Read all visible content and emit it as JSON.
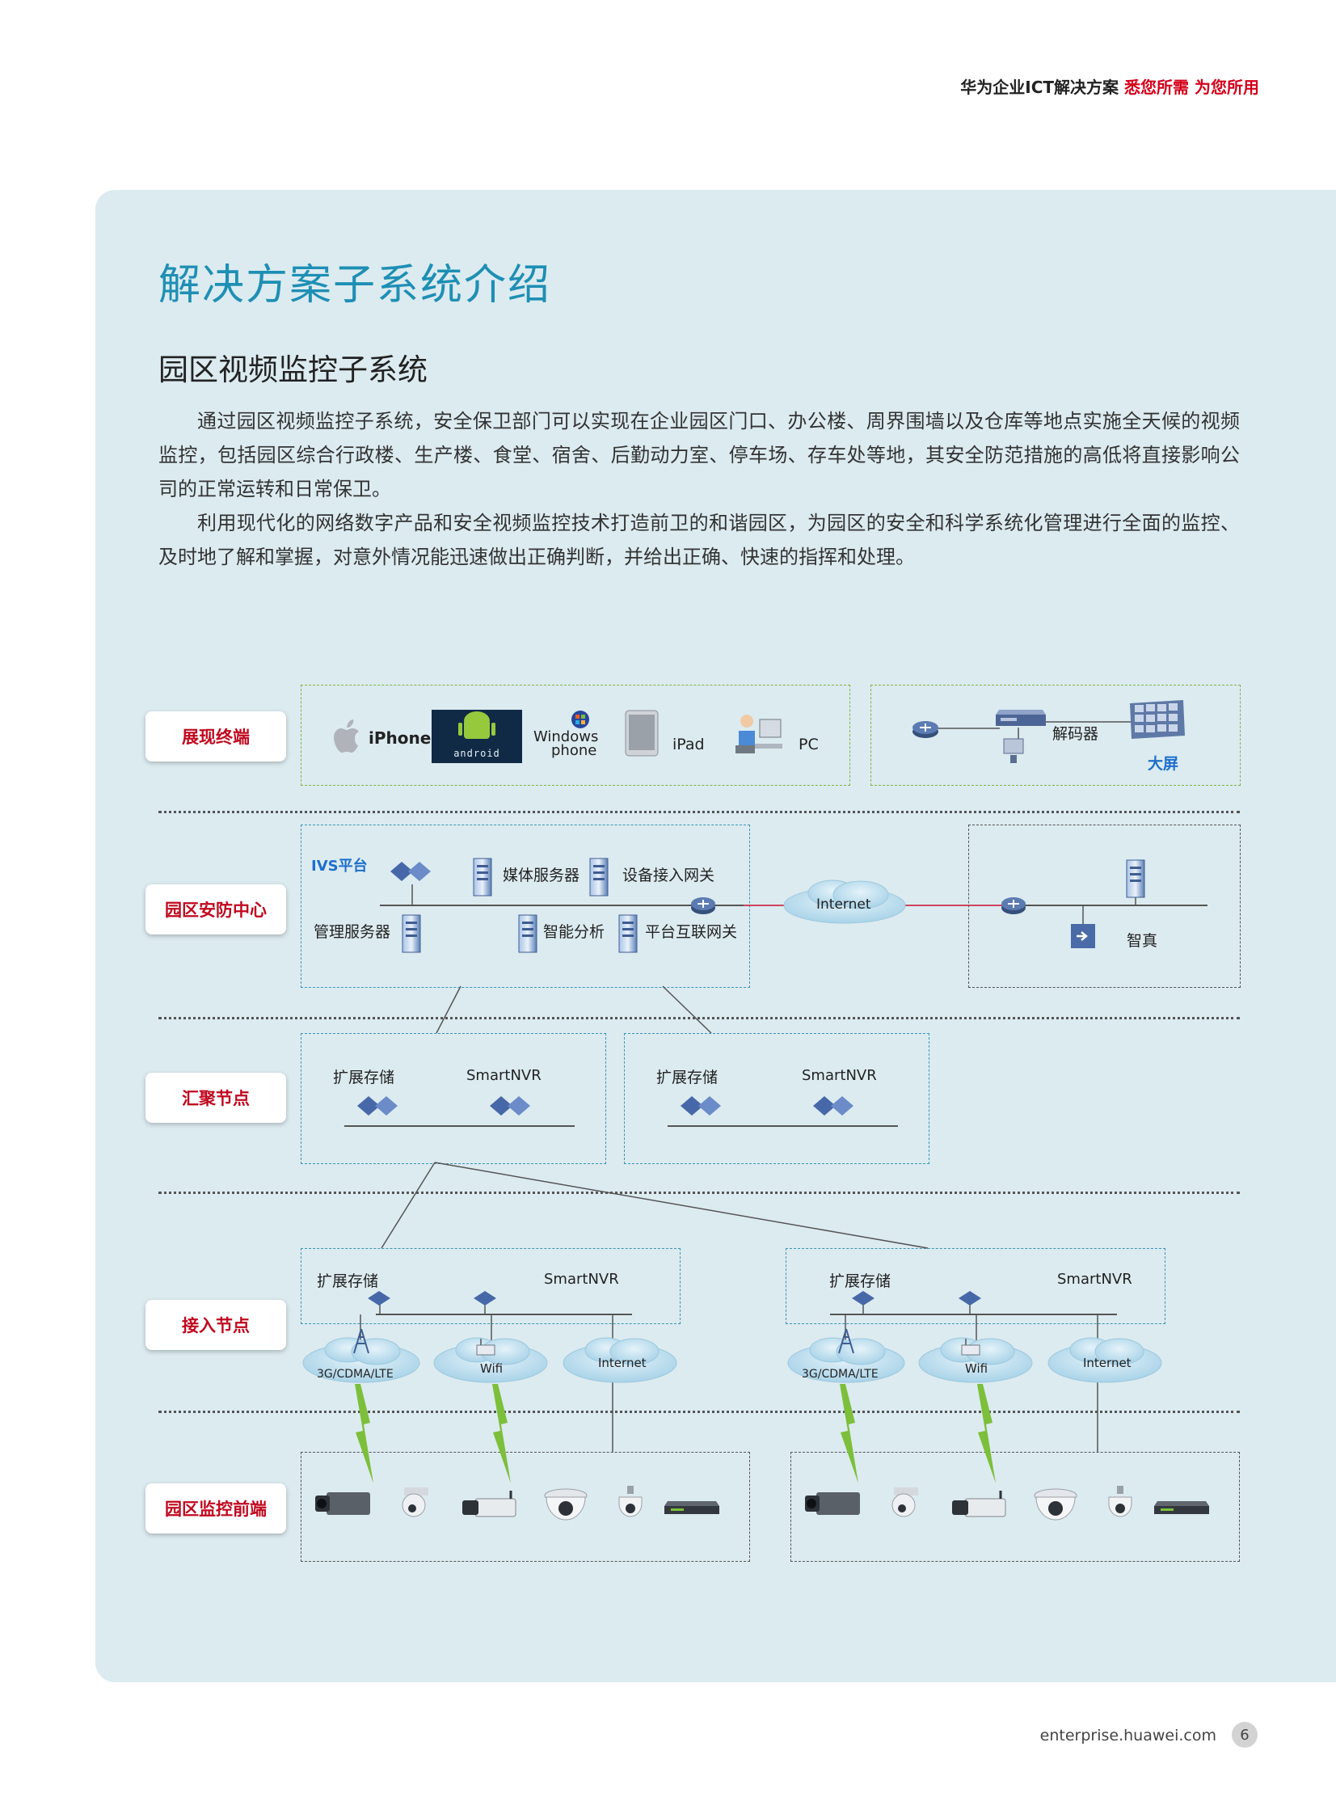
{
  "header": {
    "part1": "华为企业ICT解决方案",
    "part2": "悉您所需 为您所用"
  },
  "page_title": "解决方案子系统介绍",
  "section_title": "园区视频监控子系统",
  "paragraphs": [
    "通过园区视频监控子系统，安全保卫部门可以实现在企业园区门口、办公楼、周界围墙以及仓库等地点实施全天候的视频监控，包括园区综合行政楼、生产楼、食堂、宿舍、后勤动力室、停车场、存车处等地，其安全防范措施的高低将直接影响公司的正常运转和日常保卫。",
    "利用现代化的网络数字产品和安全视频监控技术打造前卫的和谐园区，为园区的安全和科学系统化管理进行全面的监控、及时地了解和掌握，对意外情况能迅速做出正确判断，并给出正确、快速的指挥和处理。"
  ],
  "diagram": {
    "layers": [
      "展现终端",
      "园区安防中心",
      "汇聚节点",
      "接入节点",
      "园区监控前端"
    ],
    "terminals": {
      "iphone": "iPhone",
      "android": "android",
      "windows_phone_1": "Windows",
      "windows_phone_2": "phone",
      "ipad": "iPad",
      "pc": "PC"
    },
    "display": {
      "decoder": "解码器",
      "screen": "大屏"
    },
    "center": {
      "ivs": "IVS平台",
      "media_server": "媒体服务器",
      "device_gateway": "设备接入网关",
      "mgmt_server": "管理服务器",
      "analysis": "智能分析",
      "interconnect_gateway": "平台互联网关",
      "internet": "Internet",
      "telepresence": "智真"
    },
    "aggregation": {
      "storage": "扩展存储",
      "nvr": "SmartNVR"
    },
    "access": {
      "storage": "扩展存储",
      "nvr": "SmartNVR",
      "cloud_3g": "3G/CDMA/LTE",
      "cloud_wifi": "Wifi",
      "cloud_internet": "Internet"
    }
  },
  "colors": {
    "accent": "#1e8fb4",
    "brand_red": "#d4001a",
    "label_red": "#c0081e",
    "panel_bg": "#dcebf0"
  },
  "footer": {
    "url": "enterprise.huawei.com",
    "page": "6"
  }
}
